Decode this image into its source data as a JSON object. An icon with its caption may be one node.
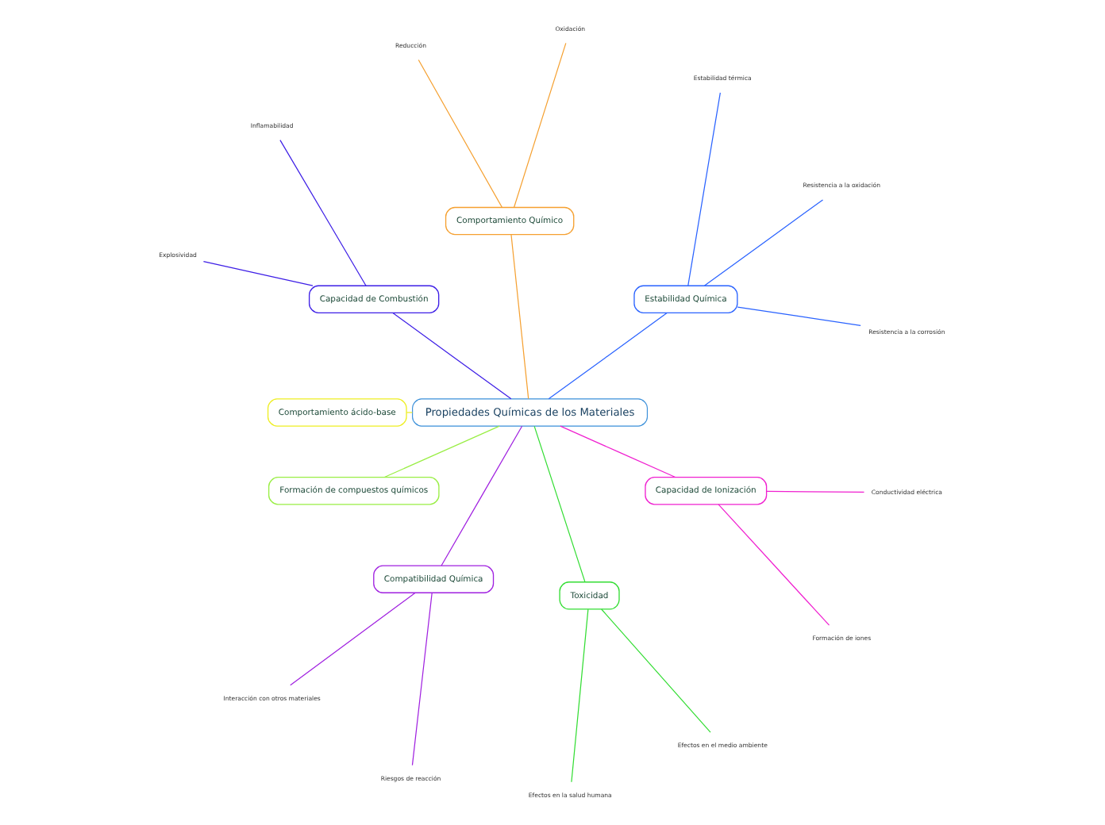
{
  "diagram": {
    "nodes": [
      {
        "text": [
          "Propiedades Químicas de los Materiales"
        ]
      },
      {
        "text": [
          "Estabilidad Química"
        ]
      },
      {
        "text": [
          "Resistencia a la corrosión"
        ]
      },
      {
        "text": [
          "Resistencia a la oxidación"
        ]
      },
      {
        "text": [
          "Estabilidad térmica"
        ]
      },
      {
        "text": [
          "Comportamiento Químico"
        ]
      },
      {
        "text": [
          "Oxidación"
        ]
      },
      {
        "text": [
          "Reducción"
        ]
      },
      {
        "text": [
          "Capacidad de Combustión"
        ]
      },
      {
        "text": [
          "Inflamabilidad"
        ]
      },
      {
        "text": [
          "Explosividad"
        ]
      },
      {
        "text": [
          "Comportamiento ácido-base"
        ]
      },
      {
        "text": [
          "Formación de compuestos químicos"
        ]
      },
      {
        "text": [
          "Compatibilidad Química"
        ]
      },
      {
        "text": [
          "Interacción con otros materiales"
        ]
      },
      {
        "text": [
          "Riesgos de reacción"
        ]
      },
      {
        "text": [
          "Toxicidad"
        ]
      },
      {
        "text": [
          "Efectos en la salud humana"
        ]
      },
      {
        "text": [
          "Efectos en el medio ambiente"
        ]
      },
      {
        "text": [
          "Capacidad de Ionización"
        ]
      },
      {
        "text": [
          "Formación de iones"
        ]
      },
      {
        "text": [
          "Conductividad eléctrica"
        ]
      }
    ],
    "edges": [
      {
        "from": 0,
        "to": 1,
        "arrow": "none",
        "color": "#2962ff"
      },
      {
        "from": 1,
        "to": 2,
        "arrow": "none",
        "color": "#2962ff"
      },
      {
        "from": 1,
        "to": 3,
        "arrow": "none",
        "color": "#2962ff"
      },
      {
        "from": 1,
        "to": 4,
        "arrow": "none",
        "color": "#2962ff"
      },
      {
        "from": 0,
        "to": 5,
        "arrow": "none",
        "color": "#f5a030"
      },
      {
        "from": 5,
        "to": 6,
        "arrow": "none",
        "color": "#f5a030"
      },
      {
        "from": 5,
        "to": 7,
        "arrow": "none",
        "color": "#f5a030"
      },
      {
        "from": 0,
        "to": 8,
        "arrow": "none",
        "color": "#3d1ee6"
      },
      {
        "from": 8,
        "to": 9,
        "arrow": "none",
        "color": "#3d1ee6"
      },
      {
        "from": 8,
        "to": 10,
        "arrow": "none",
        "color": "#3d1ee6"
      },
      {
        "from": 0,
        "to": 11,
        "arrow": "none",
        "color": "#eeee22"
      },
      {
        "from": 0,
        "to": 12,
        "arrow": "none",
        "color": "#99ee44"
      },
      {
        "from": 0,
        "to": 13,
        "arrow": "none",
        "color": "#a020e0"
      },
      {
        "from": 13,
        "to": 14,
        "arrow": "none",
        "color": "#a020e0"
      },
      {
        "from": 13,
        "to": 15,
        "arrow": "none",
        "color": "#a020e0"
      },
      {
        "from": 0,
        "to": 16,
        "arrow": "none",
        "color": "#33dd33"
      },
      {
        "from": 16,
        "to": 17,
        "arrow": "none",
        "color": "#33dd33"
      },
      {
        "from": 16,
        "to": 18,
        "arrow": "none",
        "color": "#33dd33"
      },
      {
        "from": 0,
        "to": 19,
        "arrow": "none",
        "color": "#f020d0"
      },
      {
        "from": 19,
        "to": 20,
        "arrow": "none",
        "color": "#f020d0"
      },
      {
        "from": 19,
        "to": 21,
        "arrow": "none",
        "color": "#f020d0"
      }
    ]
  }
}
